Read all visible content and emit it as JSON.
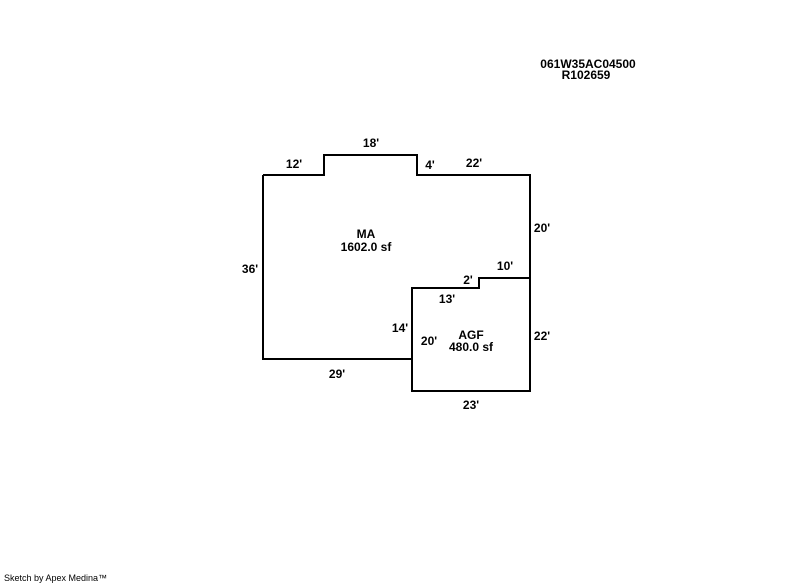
{
  "header": {
    "parcel_id": "061W35AC04500",
    "account_id": "R102659"
  },
  "areas": {
    "main": {
      "code": "MA",
      "area": "1602.0 sf"
    },
    "garage": {
      "code": "AGF",
      "area": "480.0 sf"
    }
  },
  "dimensions": {
    "ma_top_left": "12'",
    "ma_top_bump": "18'",
    "ma_top_step": "4'",
    "ma_top_right": "22'",
    "ma_right": "20'",
    "ma_left": "36'",
    "ma_bottom": "29'",
    "ma_inner_left": "14'",
    "ma_notch_top": "10'",
    "ma_notch_step": "2'",
    "agf_top": "13'",
    "agf_left": "20'",
    "agf_right": "22'",
    "agf_bottom": "23'"
  },
  "footer": {
    "credit": "Sketch by Apex Medina™"
  }
}
